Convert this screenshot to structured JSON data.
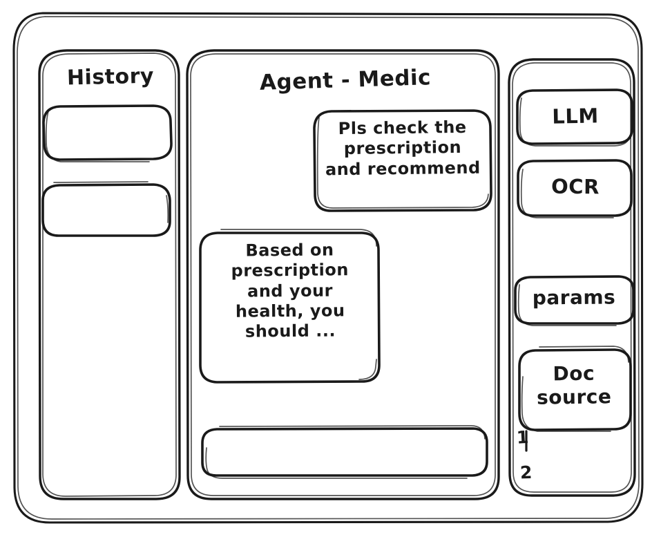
{
  "app": {
    "style": "hand-drawn-wireframe",
    "ink_color": "#1a1a1a",
    "background_color": "#ffffff"
  },
  "sidebar": {
    "title": "History",
    "items": [
      {
        "label": "",
        "name": "history-item-1"
      },
      {
        "label": "",
        "name": "history-item-2"
      }
    ]
  },
  "main": {
    "title": "Agent - Medic",
    "messages": [
      {
        "role": "user",
        "text": "Pls check the\nprescription\nand recommend"
      },
      {
        "role": "assistant",
        "text": "Based on\nprescription\nand your\nhealth, you\nshould ..."
      }
    ],
    "composer": {
      "value": "",
      "placeholder": ""
    }
  },
  "tools": {
    "buttons": [
      {
        "label": "LLM",
        "name": "tool-llm"
      },
      {
        "label": "OCR",
        "name": "tool-ocr"
      },
      {
        "label": "params",
        "name": "tool-params"
      },
      {
        "label": "Doc\nsource",
        "name": "tool-doc-source"
      }
    ],
    "doc_list": [
      {
        "marker": "1"
      },
      {
        "marker": "2"
      }
    ]
  }
}
